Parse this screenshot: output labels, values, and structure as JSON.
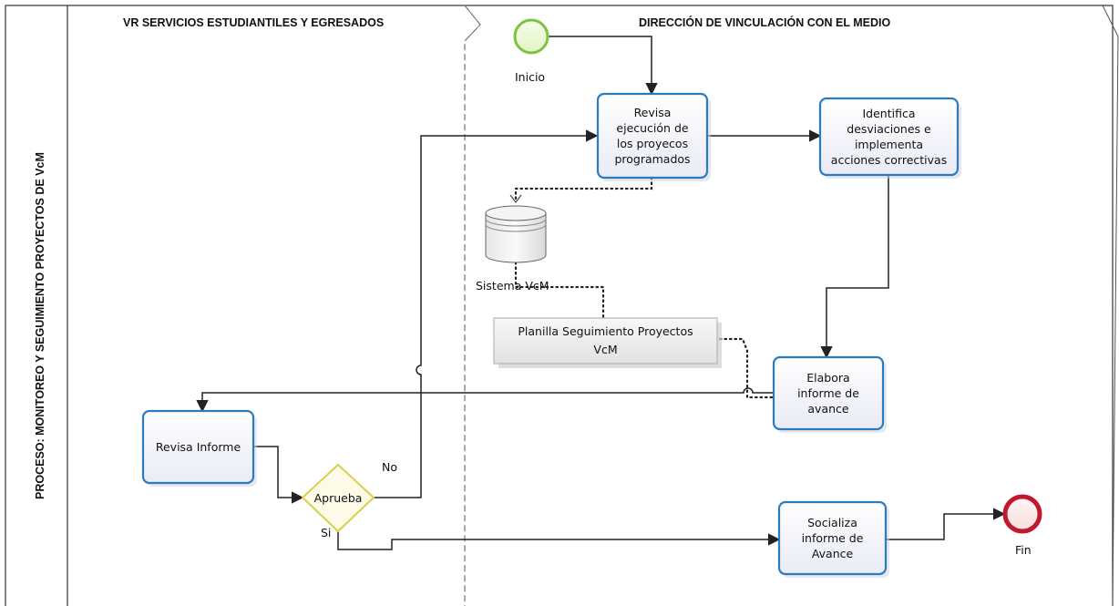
{
  "pool": {
    "title": "PROCESO: MONITOREO Y SEGUIMIENTO PROYECTOS DE VcM"
  },
  "lanes": [
    {
      "title": "VR SERVICIOS ESTUDIANTILES Y EGRESADOS"
    },
    {
      "title": "DIRECCIÓN DE VINCULACIÓN CON EL MEDIO"
    }
  ],
  "events": {
    "start": {
      "label": "Inicio",
      "color": "#7dc241"
    },
    "end": {
      "label": "Fin",
      "color": "#c0182d"
    }
  },
  "tasks": {
    "revisa_ejecucion": "Revisa\nejecución de\nlos proyecos\nprogramados",
    "identifica": "Identifica\ndesviaciones  e\nimplementa\nacciones correctivas",
    "elabora": "Elabora\ninforme de\navance",
    "revisa_informe": "Revisa Informe",
    "socializa": "Socializa\ninforme de\nAvance"
  },
  "gateway": {
    "label": "Aprueba",
    "no_label": "No",
    "si_label": "Si",
    "color": "#d8d04a"
  },
  "data_store": {
    "label": "Sistema VcM"
  },
  "data_object": {
    "label": "Planilla Seguimiento Proyectos\nVcM"
  },
  "colors": {
    "task_border": "#2a7bbf",
    "task_fill": "#f4f5fb",
    "line": "#222222"
  }
}
